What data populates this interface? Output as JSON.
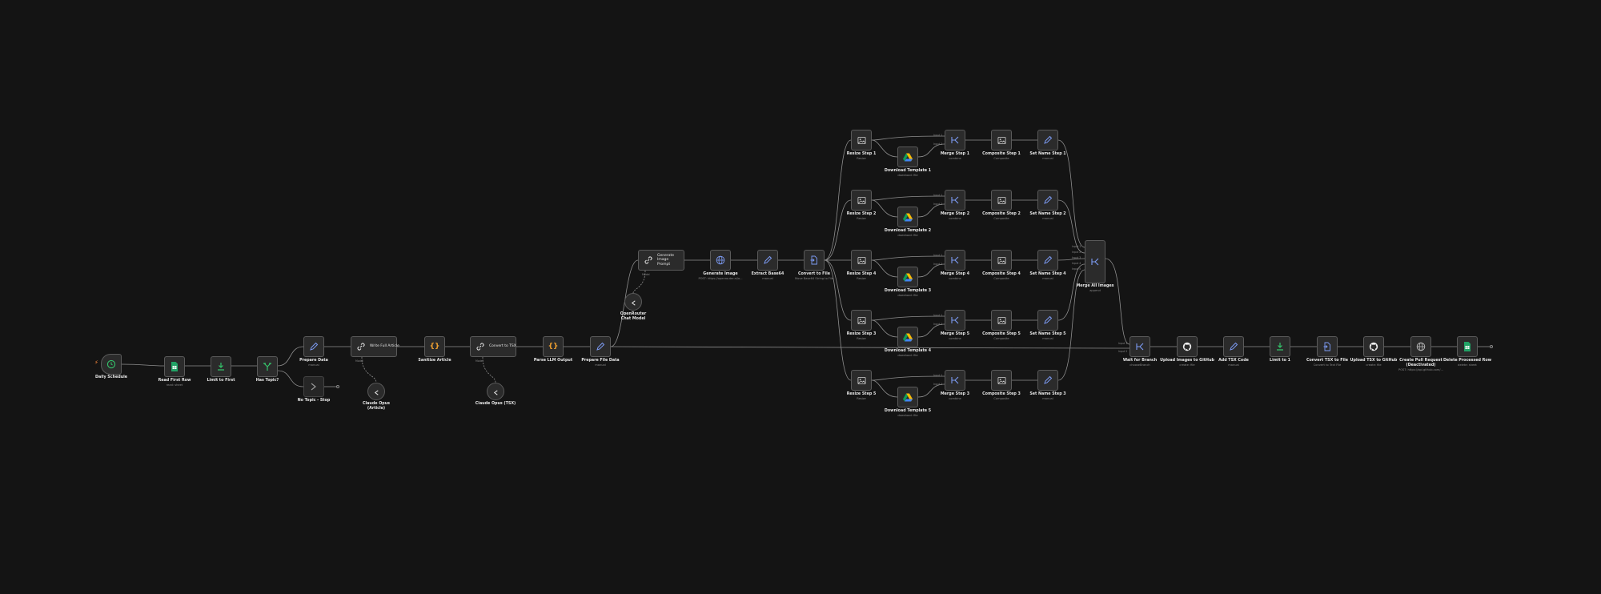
{
  "nodes": {
    "daily_schedule": {
      "title": "Daily Schedule",
      "subtitle": ""
    },
    "read_first_row": {
      "title": "Read First Row",
      "subtitle": "read: sheet"
    },
    "limit_to_first": {
      "title": "Limit to First",
      "subtitle": ""
    },
    "has_topic": {
      "title": "Has Topic?",
      "subtitle": ""
    },
    "no_topic_stop": {
      "title": "No Topic - Stop",
      "subtitle": ""
    },
    "prepare_data": {
      "title": "Prepare Data",
      "subtitle": "manual"
    },
    "write_full_article": {
      "title": "Write Full Article",
      "subtitle": ""
    },
    "claude_opus_article": {
      "title": "Claude Opus (Article)",
      "subtitle": ""
    },
    "sanitize_article": {
      "title": "Sanitize Article",
      "subtitle": ""
    },
    "convert_to_tsx": {
      "title": "Convert to TSX",
      "subtitle": ""
    },
    "claude_opus_tsx": {
      "title": "Claude Opus (TSX)",
      "subtitle": ""
    },
    "parse_llm_output": {
      "title": "Parse LLM Output",
      "subtitle": ""
    },
    "prepare_file_data": {
      "title": "Prepare File Data",
      "subtitle": "manual"
    },
    "generate_image_prompt": {
      "title": "Generate Image Prompt",
      "subtitle": ""
    },
    "openrouter_chat_model": {
      "title": "OpenRouter Chat Model",
      "subtitle": ""
    },
    "generate_image": {
      "title": "Generate Image",
      "subtitle": "POST: https://openrouter.ai/a..."
    },
    "extract_base64": {
      "title": "Extract Base64",
      "subtitle": "manual"
    },
    "convert_to_file": {
      "title": "Convert to File",
      "subtitle": "Move Base64 String to File"
    },
    "resize_step_1": {
      "title": "Resize Step 1",
      "subtitle": "Resize"
    },
    "resize_step_2": {
      "title": "Resize Step 2",
      "subtitle": "Resize"
    },
    "resize_step_3": {
      "title": "Resize Step 3",
      "subtitle": "Resize"
    },
    "resize_step_4": {
      "title": "Resize Step 4",
      "subtitle": "Resize"
    },
    "resize_step_5": {
      "title": "Resize Step 5",
      "subtitle": "Resize"
    },
    "download_template_1": {
      "title": "Download Template 1",
      "subtitle": "download: file"
    },
    "download_template_2": {
      "title": "Download Template 2",
      "subtitle": "download: file"
    },
    "download_template_3": {
      "title": "Download Template 3",
      "subtitle": "download: file"
    },
    "download_template_4": {
      "title": "Download Template 4",
      "subtitle": "download: file"
    },
    "download_template_5": {
      "title": "Download Template 5",
      "subtitle": "download: file"
    },
    "merge_step_1": {
      "title": "Merge Step 1",
      "subtitle": "combine"
    },
    "merge_step_2": {
      "title": "Merge Step 2",
      "subtitle": "combine"
    },
    "merge_step_3": {
      "title": "Merge Step 3",
      "subtitle": "combine"
    },
    "merge_step_4": {
      "title": "Merge Step 4",
      "subtitle": "combine"
    },
    "merge_step_5": {
      "title": "Merge Step 5",
      "subtitle": "combine"
    },
    "composite_step_1": {
      "title": "Composite Step 1",
      "subtitle": "Composite"
    },
    "composite_step_2": {
      "title": "Composite Step 2",
      "subtitle": "Composite"
    },
    "composite_step_3": {
      "title": "Composite Step 3",
      "subtitle": "Composite"
    },
    "composite_step_4": {
      "title": "Composite Step 4",
      "subtitle": "Composite"
    },
    "composite_step_5": {
      "title": "Composite Step 5",
      "subtitle": "Composite"
    },
    "set_name_step_1": {
      "title": "Set Name Step 1",
      "subtitle": "manual"
    },
    "set_name_step_2": {
      "title": "Set Name Step 2",
      "subtitle": "manual"
    },
    "set_name_step_3": {
      "title": "Set Name Step 3",
      "subtitle": "manual"
    },
    "set_name_step_4": {
      "title": "Set Name Step 4",
      "subtitle": "manual"
    },
    "set_name_step_5": {
      "title": "Set Name Step 5",
      "subtitle": "manual"
    },
    "merge_all_images": {
      "title": "Merge All Images",
      "subtitle": "append"
    },
    "wait_for_branch": {
      "title": "Wait for Branch",
      "subtitle": "chooseBranch"
    },
    "upload_images_to_github": {
      "title": "Upload Images to GitHub",
      "subtitle": "create: file"
    },
    "add_tsx_code": {
      "title": "Add TSX Code",
      "subtitle": "manual"
    },
    "limit_to_1": {
      "title": "Limit to 1",
      "subtitle": ""
    },
    "convert_tsx_to_file": {
      "title": "Convert TSX to File",
      "subtitle": "Convert to Text File"
    },
    "upload_tsx_to_github": {
      "title": "Upload TSX to GitHub",
      "subtitle": "create: file"
    },
    "create_pull_request": {
      "title": "Create Pull Request (Deactivated)",
      "subtitle": "POST: https://api.github.com/..."
    },
    "delete_processed_row": {
      "title": "Delete Processed Row",
      "subtitle": "delete: sheet"
    }
  },
  "ports": {
    "model": "Model",
    "input1": "Input 1",
    "input2": "Input 2",
    "input3": "Input 3",
    "input4": "Input 4",
    "input5": "Input 5"
  },
  "colors": {
    "background": "#141414",
    "node_bg": "#2b2b2b",
    "node_border": "#5a5a5a",
    "edge": "#8e8e8e",
    "trigger_bolt": "#ff8a3d",
    "sheets_green": "#21a366",
    "limit_green": "#35c46b",
    "if_green": "#35c46b",
    "code_orange": "#f0a030",
    "edit_blue": "#7d9cf5",
    "http_blue": "#7d9cf5",
    "merge_blue": "#7d9cf5",
    "image_gray": "#cfcfcf",
    "github_white": "#eeeeee"
  }
}
